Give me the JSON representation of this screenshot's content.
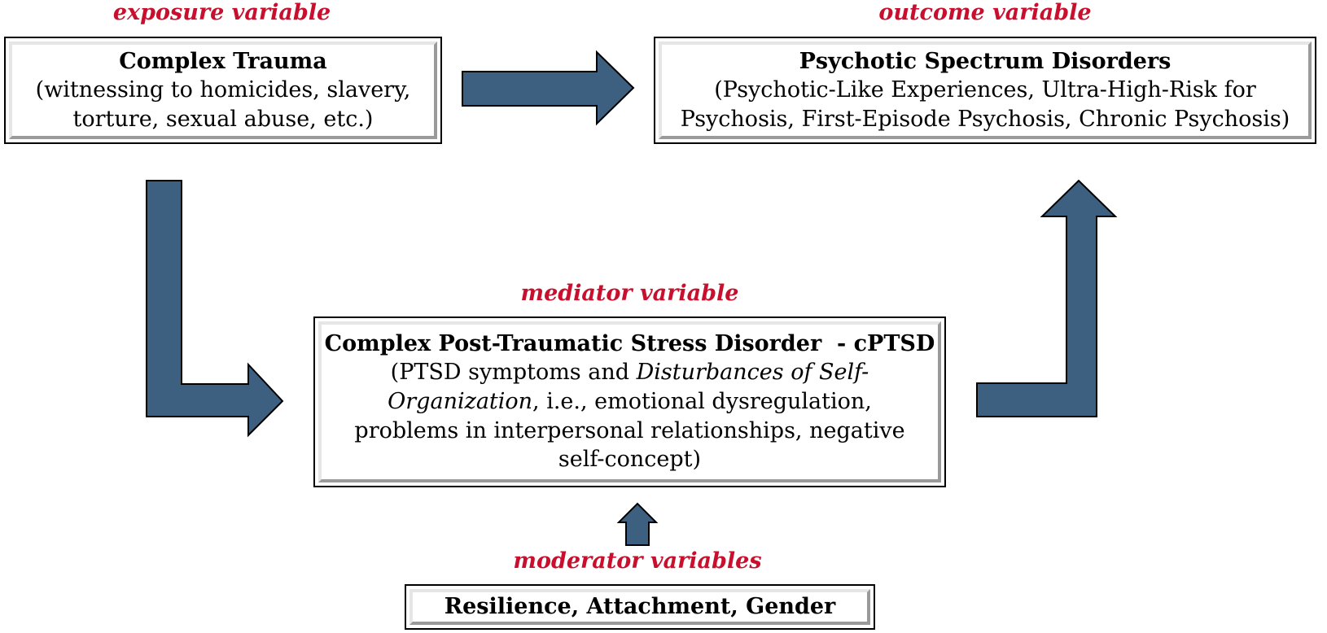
{
  "exposure": {
    "tag": "exposure variable",
    "title": "Complex Trauma",
    "desc": "(witnessing to homicides, slavery, torture, sexual abuse, etc.)"
  },
  "outcome": {
    "tag": "outcome variable",
    "title": "Psychotic Spectrum Disorders",
    "desc": "(Psychotic-Like Experiences, Ultra-High-Risk for Psychosis, First-Episode Psychosis, Chronic Psychosis)"
  },
  "mediator": {
    "tag": "mediator variable",
    "title": "Complex Post-Traumatic Stress Disorder  - cPTSD",
    "desc_part1": "(PTSD symptoms and ",
    "desc_italic": "Disturbances of Self-Organization",
    "desc_part2": ", i.e., emotional dysregulation, problems in interpersonal relationships, negative self-concept)"
  },
  "moderator": {
    "tag": "moderator variables",
    "title": "Resilience, Attachment, Gender"
  },
  "colors": {
    "arrow_fill": "#3d5f80",
    "tag_text": "#c8102e"
  }
}
